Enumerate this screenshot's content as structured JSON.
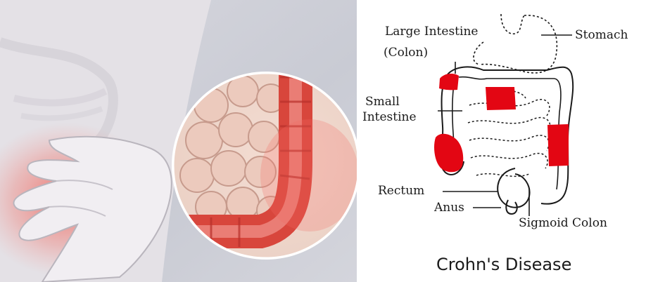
{
  "diagram": {
    "labels": {
      "large_intestine_1": "Large Intestine",
      "large_intestine_2": "(Colon)",
      "stomach": "Stomach",
      "small_intestine_1": "Small",
      "small_intestine_2": "Intestine",
      "rectum": "Rectum",
      "anus": "Anus",
      "sigmoid_colon": "Sigmoid Colon"
    },
    "caption": "Crohn's Disease",
    "colors": {
      "inflamed": "#e30613",
      "outline": "#1a1a1a"
    }
  },
  "photo": {
    "colors": {
      "skin": "#e7e3e6",
      "intestine": "#e9c4b8",
      "colon_inflamed": "#e0453c",
      "glow": "#f07a6e"
    }
  }
}
